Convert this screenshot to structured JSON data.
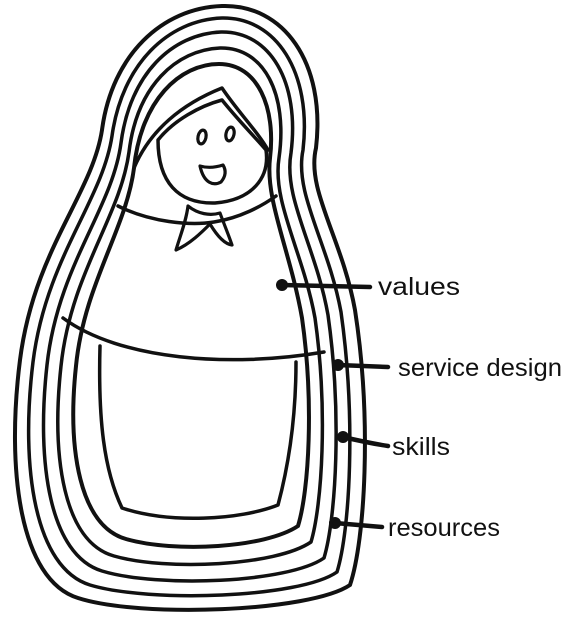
{
  "diagram": {
    "subject": "matryoshka doll with nested layers",
    "ink_color": "#111111",
    "background_color": "#ffffff",
    "labels": [
      {
        "id": "values",
        "text": "values"
      },
      {
        "id": "service-design",
        "text": "service design"
      },
      {
        "id": "skills",
        "text": "skills"
      },
      {
        "id": "resources",
        "text": "resources"
      }
    ]
  }
}
